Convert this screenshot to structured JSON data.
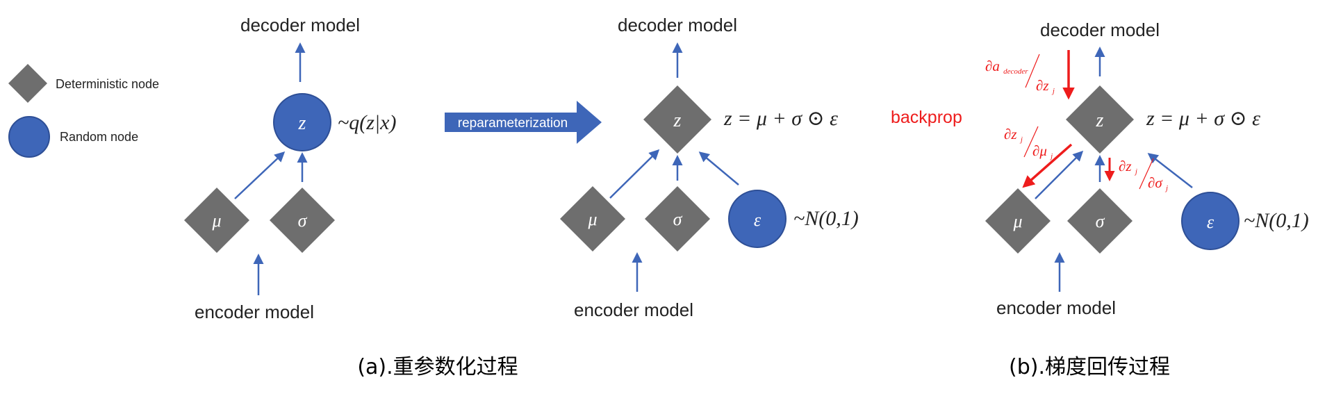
{
  "colors": {
    "deterministic": "#6e6e6e",
    "random": "#3e66b8",
    "random_stroke": "#2e4f96",
    "arrow": "#3e66b8",
    "grad_arrow": "#ee1c1c",
    "grad_text": "#ee1c1c"
  },
  "legend": {
    "deterministic": "Deterministic node",
    "random": "Random node"
  },
  "panel_a": {
    "decoder": "decoder model",
    "encoder": "encoder model",
    "z": "z",
    "z_dist": "~q(z|x)",
    "mu": "μ",
    "sigma": "σ"
  },
  "transform_label": "reparameterization",
  "panel_b": {
    "decoder": "decoder model",
    "encoder": "encoder model",
    "z": "z",
    "z_eq": "z = μ + σ ⊙ ε",
    "mu": "μ",
    "sigma": "σ",
    "eps": "ε",
    "eps_dist": "~N(0,1)"
  },
  "panel_c": {
    "decoder": "decoder model",
    "encoder": "encoder model",
    "backprop": "backprop",
    "z": "z",
    "z_eq": "z = μ + σ ⊙ ε",
    "mu": "μ",
    "sigma": "σ",
    "eps": "ε",
    "eps_dist": "~N(0,1)",
    "grad_decoder_num": "∂a",
    "grad_decoder_num_sub": "decoder",
    "grad_decoder_den": "∂z",
    "grad_decoder_den_sub": "j",
    "grad_mu_num": "∂z",
    "grad_mu_num_sub": "j",
    "grad_mu_den": "∂μ",
    "grad_mu_den_sub": "j",
    "grad_sigma_num": "∂z",
    "grad_sigma_num_sub": "j",
    "grad_sigma_den": "∂σ",
    "grad_sigma_den_sub": "j"
  },
  "captions": {
    "a": "(a).重参数化过程",
    "b": "(b).梯度回传过程"
  }
}
